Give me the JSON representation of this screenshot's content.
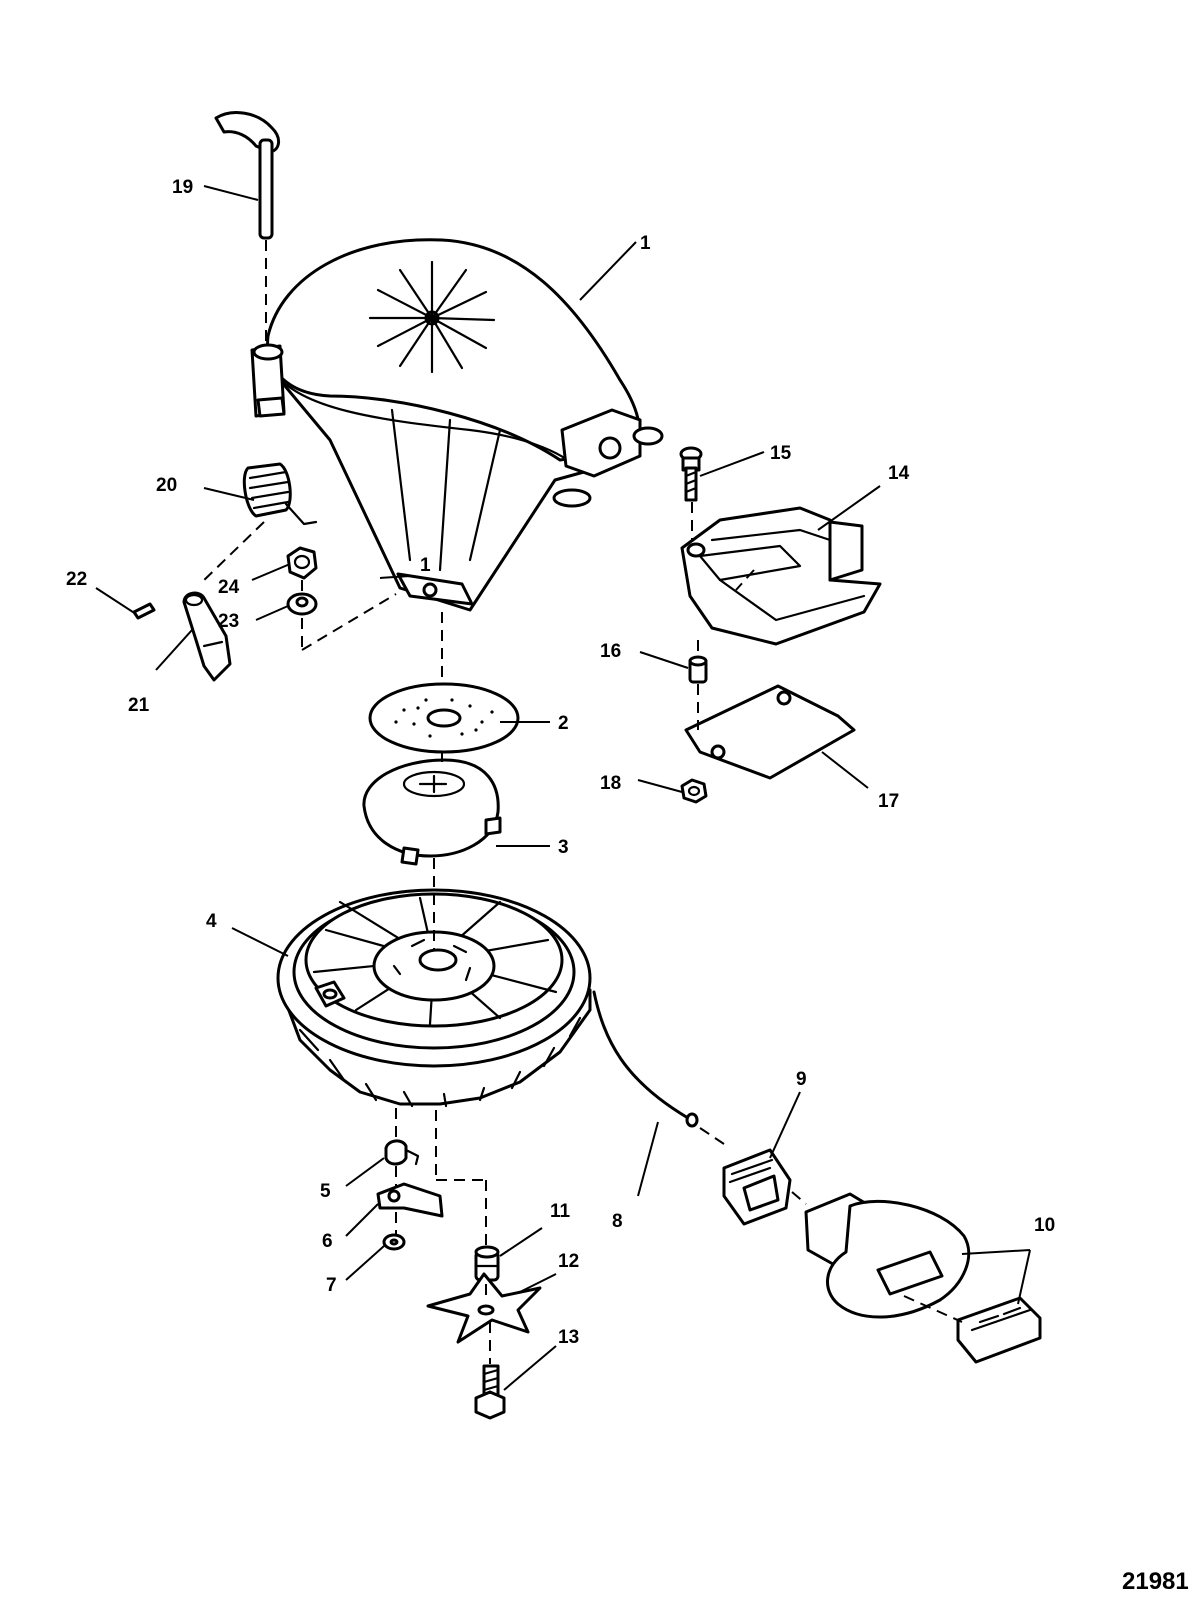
{
  "labels": {
    "p1": "1",
    "p1b": "1",
    "p2": "2",
    "p3": "3",
    "p4": "4",
    "p5": "5",
    "p6": "6",
    "p7": "7",
    "p8": "8",
    "p9": "9",
    "p10": "10",
    "p11": "11",
    "p12": "12",
    "p13": "13",
    "p14": "14",
    "p15": "15",
    "p16": "16",
    "p17": "17",
    "p18": "18",
    "p19": "19",
    "p20": "20",
    "p21": "21",
    "p22": "22",
    "p23": "23",
    "p24": "24"
  },
  "reference_number": "21981",
  "colors": {
    "line": "#000000",
    "background": "#ffffff"
  }
}
